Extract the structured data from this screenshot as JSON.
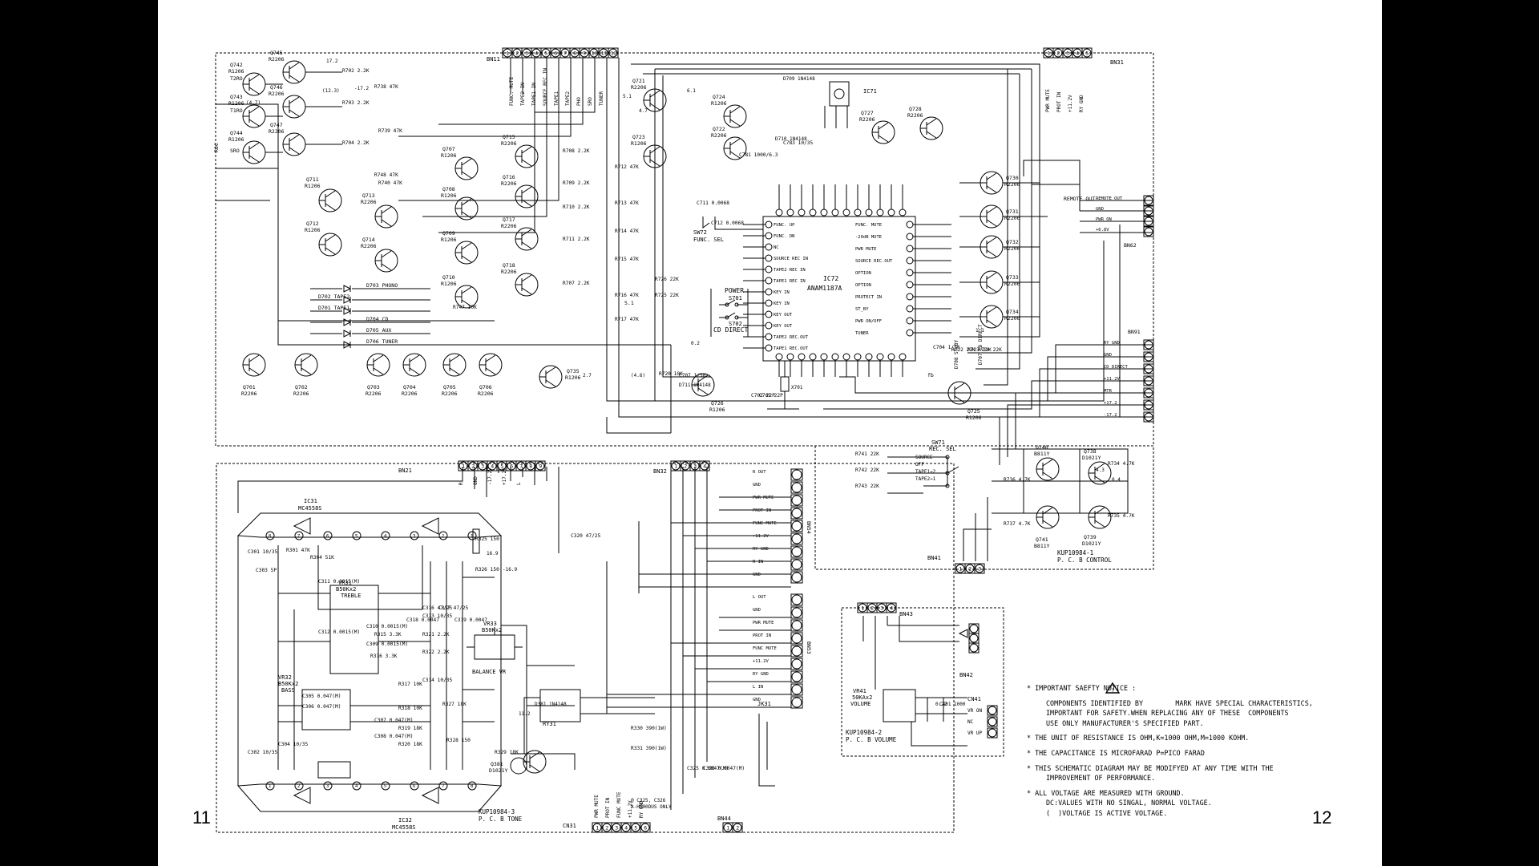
{
  "pages": {
    "left": "11",
    "right": "12"
  },
  "boards": {
    "control": {
      "id": "KUP10984-1",
      "name": "P. C. B CONTROL"
    },
    "tone": {
      "id": "KUP10984-3",
      "name": "P. C. B TONE"
    },
    "volume": {
      "id": "KUP10984-2",
      "name": "P. C. B VOLUME"
    }
  },
  "connectors": {
    "bn11": {
      "label": "BN11",
      "pins": [
        "1",
        "2",
        "3",
        "4",
        "5",
        "6",
        "7",
        "8",
        "9",
        "10",
        "11",
        "12"
      ],
      "signals": [
        "FUNC. MUTE",
        "TAPE2 IN",
        "TAPE1 IN",
        "SOURCE REC IN",
        "TAPE1",
        "TAPE2",
        "PHO",
        "SRO",
        "TUNER"
      ]
    },
    "bn31": {
      "label": "BN31",
      "pins": [
        "1",
        "2",
        "3",
        "4",
        "5"
      ],
      "signals": [
        "PWR MUTE",
        "PROT IN",
        "+11.2V",
        "RY GND"
      ]
    },
    "bn62": {
      "label": "BN62",
      "signals": [
        "REMOTE OUT",
        "GND",
        "PWR ON",
        "+6.8V"
      ]
    },
    "bn91": {
      "label": "BN91",
      "signals": [
        "RY GND",
        "GND",
        "CD DIRECT",
        "+11.2V",
        "MTR",
        "+17.2",
        "-17.2"
      ]
    },
    "bn21": {
      "label": "BN21",
      "pins": [
        "1",
        "2",
        "3",
        "4",
        "5",
        "6",
        "7",
        "8",
        "9"
      ],
      "signals": [
        "R",
        "GND",
        "-17.2V",
        "+17.2V",
        "L"
      ]
    },
    "bn32": {
      "label": "BN32",
      "pins": [
        "1",
        "2",
        "3",
        "4"
      ]
    },
    "bn54": {
      "label": "BN54",
      "signals": [
        "R OUT",
        "GND",
        "PWR MUTE",
        "PROT IN",
        "FUNC MUTE",
        "+11.2V",
        "RY GND",
        "R IN",
        "GND"
      ]
    },
    "bn53": {
      "label": "BN53",
      "signals": [
        "L OUT",
        "GND",
        "PWR MUTE",
        "PROT IN",
        "FUNC MUTE",
        "+11.2V",
        "RY GND",
        "L IN",
        "GND"
      ]
    },
    "bn41": {
      "label": "BN41",
      "pins": [
        "1",
        "2",
        "3"
      ]
    },
    "bn43": {
      "label": "BN43",
      "pins": [
        "1",
        "2",
        "3",
        "4"
      ]
    },
    "bn42": {
      "label": "BN42"
    },
    "cn41": {
      "label": "CN41",
      "signals": [
        "VR ON",
        "NC",
        "VR UP"
      ]
    },
    "cn31": {
      "label": "CN31",
      "pins": [
        "1",
        "2",
        "3",
        "4",
        "5",
        "6"
      ],
      "signals": [
        "PWR MUTE",
        "PROT IN",
        "FUNC MUTE",
        "+11.2V",
        "RY GND"
      ]
    },
    "bn44": {
      "label": "BN44",
      "pins": [
        "1",
        "2"
      ]
    }
  },
  "ic": {
    "ic72": {
      "label": "IC72",
      "part": "ANAM1187A",
      "left_pins": [
        "FUNC. UP",
        "FUNC. DN",
        "NC",
        "SOURCE REC IN",
        "TAPE2 REC IN",
        "TAPE1 REC IN",
        "KEY IN",
        "KEY IN",
        "KEY OUT",
        "KEY OUT",
        "TAPE2 REC.OUT",
        "TAPE1 REC.OUT"
      ],
      "right_pins": [
        "FUNC. MUTE",
        "-20dB MUTE",
        "PWR MUTE",
        "SOURCE REC.OUT",
        "OPTION",
        "OPTION",
        "PROTECT IN",
        "ST_BY",
        "PWR ON/OFF",
        "TUNER"
      ]
    },
    "ic71": {
      "label": "IC71"
    },
    "ic31": {
      "label": "IC31",
      "part": "MC4558S"
    },
    "ic32": {
      "label": "IC32",
      "part": "MC4558S"
    }
  },
  "switches": {
    "sw71": {
      "label": "SW71",
      "name": "REC. SEL",
      "positions": [
        "SOURCE",
        "OFF",
        "TAPE1→2",
        "TAPE2→1"
      ]
    },
    "sw72": {
      "label": "SW72",
      "name": "FUNC. SEL"
    }
  },
  "keys": {
    "s701": "S701",
    "power": "POWER",
    "s702": "S702",
    "cd_direct": "CD DIRECT"
  },
  "indicators": [
    "D703 PHONO",
    "D702 TAPE2",
    "D701 TAPE1",
    "D704 CD",
    "D705 AUX",
    "D706 TUNER"
  ],
  "transistors": [
    "Q742 R1206",
    "Q745 R2206",
    "Q743 R1206",
    "Q746 R2206",
    "Q744 R1206",
    "Q747 R2206",
    "Q711 R1206",
    "Q713 R2206",
    "Q712 R1206",
    "Q714 R2206",
    "Q707 R1206",
    "Q715 R2206",
    "Q708 R1206",
    "Q716 R2206",
    "Q709 R1206",
    "Q717 R2206",
    "Q710 R1206",
    "Q718 R2206",
    "Q721 R2206",
    "Q724 R1206",
    "Q723 R1206",
    "Q722 R2206",
    "Q727 R2206",
    "Q728 R2206",
    "Q730 R2206",
    "Q731 R2206",
    "Q732 R2206",
    "Q733 R2206",
    "Q734 R2206",
    "Q701 R2206",
    "Q702 R2206",
    "Q703 R2206",
    "Q704 R2206",
    "Q705 R2206",
    "Q706 R2206",
    "Q735 R1206",
    "Q726 R1206",
    "Q725 R1206",
    "Q740 B811Y",
    "Q738 D1021Y",
    "Q741 B811Y",
    "Q739 D1021Y",
    "Q381 D1021Y"
  ],
  "resistors": [
    "R702 2.2K",
    "R703 2.2K",
    "R704 2.2K",
    "R738 47K",
    "R739 47K",
    "R740 47K",
    "R748 47K",
    "R708 2.2K",
    "R709 2.2K",
    "R710 2.2K",
    "R711 2.2K",
    "R707 2.2K",
    "R712 47K",
    "R713 47K",
    "R714 47K",
    "R715 47K",
    "R716 47K",
    "R717 47K",
    "R747 10K",
    "R720 10K",
    "R726 22K",
    "R725 22K",
    "R741 22K",
    "R742 22K",
    "R743 22K",
    "R734 4.7K",
    "R735 4.7K",
    "R736 4.7K",
    "R737 4.7K",
    "R723 22K",
    "R724 22K",
    "R722 22K",
    "R325 150",
    "R326 150",
    "R301 47K",
    "R304 51K",
    "R315 3.3K",
    "R316 3.3K",
    "R321 2.2K",
    "R322 2.2K",
    "R317 10K",
    "R318 10K",
    "R319 18K",
    "R320 18K",
    "R327 18K",
    "R328 150",
    "R329 18K",
    "R330 390(1W)",
    "R331 390(1W)"
  ],
  "capacitors": [
    "C781 1000/6.3",
    "C783 10/35",
    "C711 0.0068",
    "C712 0.0068",
    "C707 1/50",
    "C701 22P",
    "C702 22P",
    "C704 1/50",
    "C301 10/35",
    "C303 5P",
    "C311 0.0015(M)",
    "C312 0.0015(M)",
    "C309 0.0015(M)",
    "C310 0.0015(M)",
    "C313 10/35",
    "C314 10/35",
    "C305 0.047(M)",
    "C306 0.047(M)",
    "C307 0.047(M)",
    "C308 0.047(M)",
    "C302 10/35",
    "C304 10/35",
    "C316 47/25",
    "C317 47/25",
    "C318 0.0047",
    "C319 0.0047",
    "C320 47/25",
    "C325 0.0047(M)",
    "C326 0.0047(M)",
    "C401 1000"
  ],
  "pots": {
    "vr31": {
      "label": "VR31",
      "value": "B50Kx2",
      "name": "TREBLE"
    },
    "vr32": {
      "label": "VR32",
      "value": "B50Kx2",
      "name": "BASS"
    },
    "vr33": {
      "label": "VR33",
      "value": "B50Kx2",
      "name": "BALANCE VR"
    },
    "vr41": {
      "label": "VR41",
      "value": "50KAx2",
      "name": "VOLUME"
    }
  },
  "relay": "RY31",
  "jack": "JK31",
  "diodes": [
    "D709 1N4148",
    "D710 1N4148",
    "D711 1N4148",
    "D381 1N4148",
    "D708 ST-BY",
    "D707 CD DIRECT"
  ],
  "crystal": "X701",
  "voltages": [
    "17.2",
    "-17.2",
    "(12.3)",
    "(4.7)",
    "5.1",
    "4.7",
    "6.1",
    "11.2",
    "16.9",
    "-16.9",
    "(4.6)",
    "2.7",
    "0.2",
    "4.3",
    "0.4",
    "1.1",
    "0.22"
  ],
  "signals": [
    "T2RO",
    "T1RO",
    "SRO",
    "ROC",
    "5.1",
    "fb",
    "REMOTE OUT"
  ],
  "note_c325": "@ C325, C326",
  "note_c325b": "A-H500DUS ONLY",
  "notes": {
    "title": "* IMPORTANT SAEFTY NOTICE :",
    "safety_line1": "COMPONENTS IDENTIFIED BY",
    "safety_line1b": "MARK HAVE SPECIAL CHARACTERISTICS,",
    "safety_line2": "IMPORTANT FOR SAFETY.WHEN REPLACING ANY OF THESE  COMPONENTS",
    "safety_line3": "USE ONLY MANUFACTURER'S SPECIFIED PART.",
    "resistance": "* THE UNIT OF RESISTANCE IS OHM,K=1000 OHM,M=1000 KOHM.",
    "capacitance": "* THE CAPACITANCE IS MICROFARAD P=PICO FARAD",
    "modify1": "* THIS SCHEMATIC DIAGRAM MAY BE MODIFYED AT ANY TIME WITH THE",
    "modify2": "IMPROVEMENT OF PERFORMANCE.",
    "voltage": "* ALL VOLTAGE ARE MEASURED WITH GROUND.",
    "dc": "DC:VALUES WITH NO SINGAL, NORMAL VOLTAGE.",
    "active": "(  )VOLTAGE IS ACTIVE VOLTAGE."
  }
}
